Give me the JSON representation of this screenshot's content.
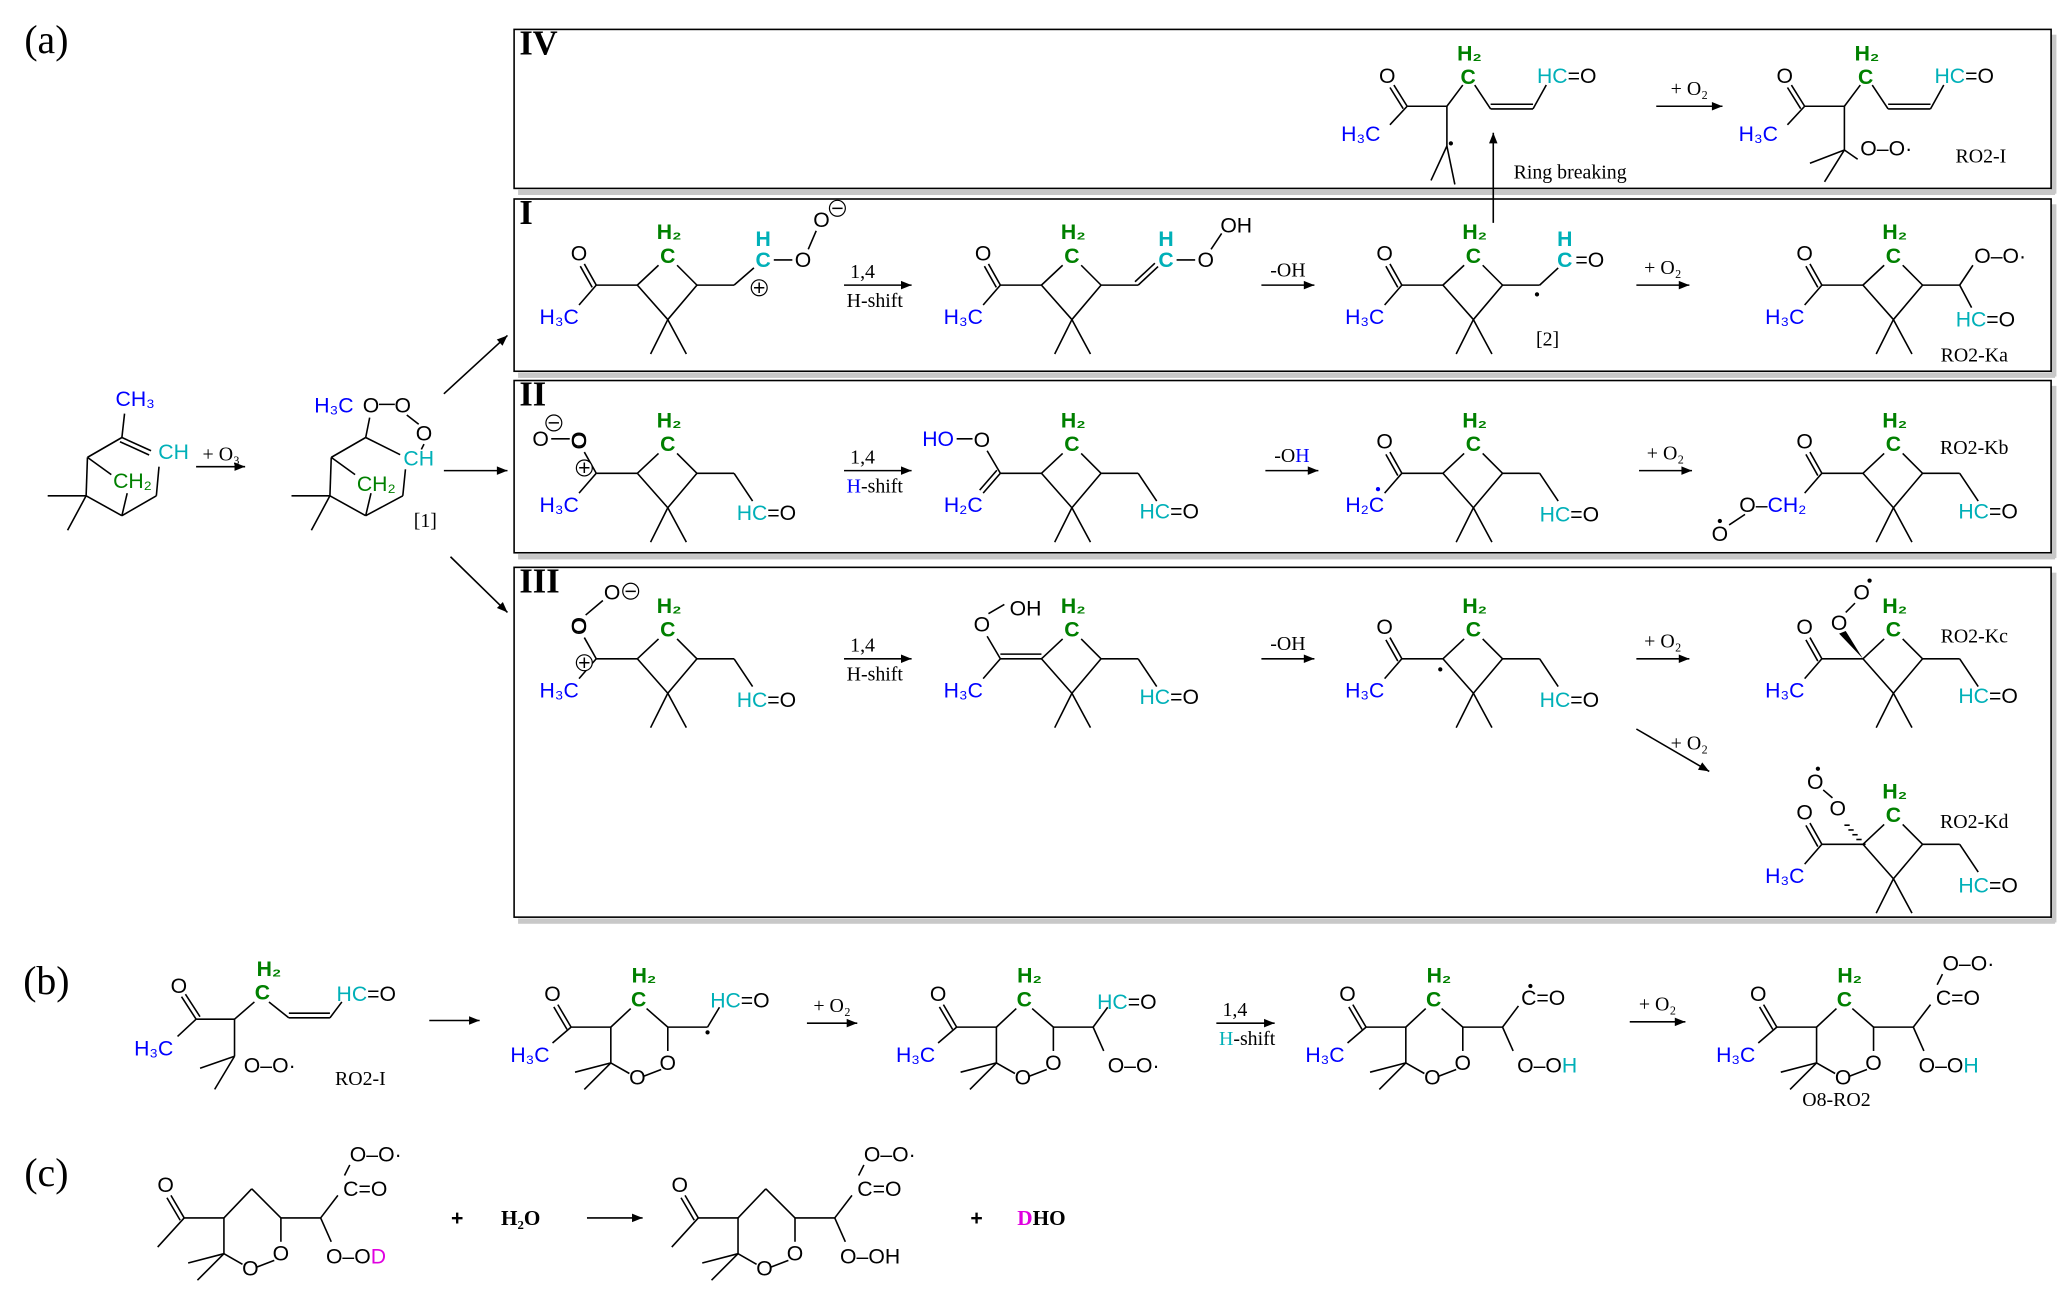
{
  "colors": {
    "methyl": "#0000ff",
    "ring_ch2": "#008000",
    "aldehyde": "#00b0b8",
    "deuterium": "#e000e0",
    "bond": "#000000",
    "box_shadow": "#c8c8c8"
  },
  "figure_labels": {
    "a": "(a)",
    "b": "(b)",
    "c": "(c)"
  },
  "panel_labels": {
    "IV": "IV",
    "I": "I",
    "II": "II",
    "III": "III"
  },
  "atoms": {
    "O": "O",
    "C": "C",
    "H": "H",
    "H2": "H₂",
    "H3C": "H₃C",
    "CH3": "CH₃",
    "CH": "CH",
    "CH2": "CH₂",
    "H2C": "H₂C",
    "HC": "HC",
    "eqO": "=O",
    "OH": "OH",
    "HO": "HO",
    "D": "D",
    "dash": "–",
    "rad": "·",
    "plus_charge": "+",
    "minus_charge": "−"
  },
  "reagents": {
    "plus_O3": "+ O₃",
    "plus_O2": "+ O₂",
    "minus_OH": "-OH",
    "minus_O": "-O",
    "shift_top": "1,4",
    "shift_H": "H",
    "shift_rest": "-shift",
    "ring_breaking": "Ring breaking",
    "plus": "+",
    "H2O": "H₂O",
    "DHO_D": "D",
    "DHO_rest": "HO"
  },
  "compound_labels": {
    "c1": "[1]",
    "c2": "[2]",
    "RO2_I": "RO2-I",
    "RO2_Ka": "RO2-Ka",
    "RO2_Kb": "RO2-Kb",
    "RO2_Kc": "RO2-Kc",
    "RO2_Kd": "RO2-Kd",
    "O8_RO2": "O8-RO2"
  }
}
